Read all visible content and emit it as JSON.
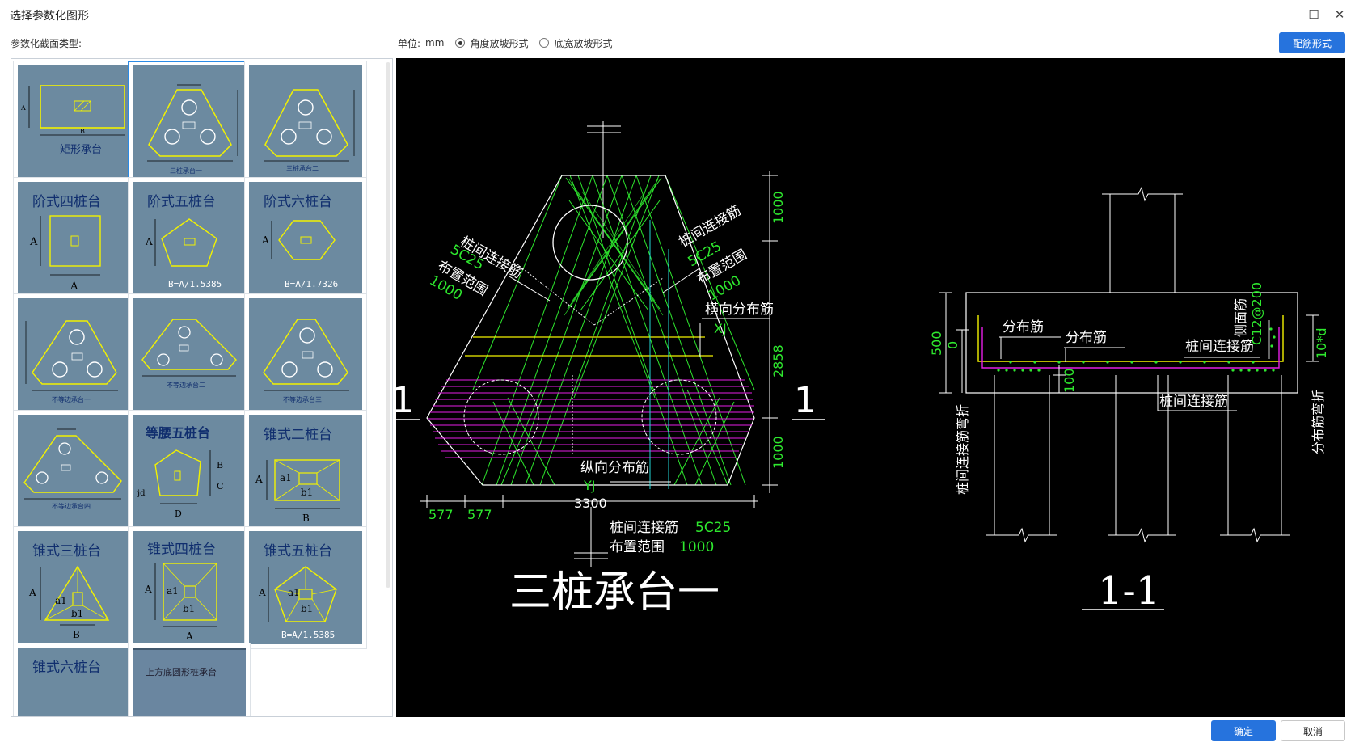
{
  "window": {
    "title": "选择参数化图形"
  },
  "left": {
    "section_label": "参数化截面类型:"
  },
  "unit": {
    "label": "单位:",
    "value": "mm"
  },
  "slope": {
    "options": [
      {
        "label": "角度放坡形式",
        "selected": true
      },
      {
        "label": "底宽放坡形式",
        "selected": false
      }
    ]
  },
  "buttons": {
    "rebar": "配筋形式",
    "ok": "确定",
    "cancel": "取消"
  },
  "shapes": [
    {
      "label": "矩形承台",
      "selected": false
    },
    {
      "label": "三桩承台一",
      "selected": true
    },
    {
      "label": "三桩承台二",
      "selected": false
    },
    {
      "label": "阶式四桩台",
      "selected": false
    },
    {
      "label": "阶式五桩台",
      "selected": false
    },
    {
      "label": "阶式六桩台",
      "selected": false
    },
    {
      "label": "不等边承台一",
      "selected": false
    },
    {
      "label": "不等边承台二",
      "selected": false
    },
    {
      "label": "不等边承台三",
      "selected": false
    },
    {
      "label": "不等边承台四",
      "selected": false
    },
    {
      "label": "等腰五桩台",
      "selected": false
    },
    {
      "label": "锥式二桩台",
      "selected": false
    },
    {
      "label": "锥式三桩台",
      "selected": false
    },
    {
      "label": "锥式四桩台",
      "selected": false
    },
    {
      "label": "锥式五桩台",
      "selected": false
    },
    {
      "label": "锥式六桩台",
      "selected": false
    },
    {
      "label": "上方底圆形桩承台",
      "selected": false
    }
  ],
  "thumb_labels": {
    "a": "A",
    "b": "B",
    "c": "C",
    "d": "D",
    "jd": "jd",
    "a1": "a1",
    "b1": "b1",
    "b_a_15385": "B=A/1.5385",
    "b_a_17326": "B=A/1.7326"
  },
  "drawing": {
    "title_main": "三桩承台一",
    "title_section": "1-1",
    "section_mark": "1",
    "labels": {
      "link_bar": "桩间连接筋",
      "link_bar_qty": "5C25",
      "range": "布置范围",
      "range_val": "1000",
      "trans_dist": "横向分布筋",
      "xj": "XJ",
      "long_dist": "纵向分布筋",
      "yj": "YJ",
      "link_bar_full": "桩间连接筋 5C25",
      "range_full": "布置范围",
      "dist_bar": "分布筋",
      "side_bar": "侧面筋",
      "side_bar_spec": "C12@200",
      "link_bend": "桩间连接筋弯折",
      "dist_bend": "分布筋弯折",
      "ten_d": "10*d"
    },
    "dims": {
      "d1000a": "1000",
      "d2858": "2858",
      "d1000b": "1000",
      "d577a": "577",
      "d577b": "577",
      "d3300": "3300",
      "d500": "500",
      "d0": "0",
      "d100": "100"
    }
  }
}
